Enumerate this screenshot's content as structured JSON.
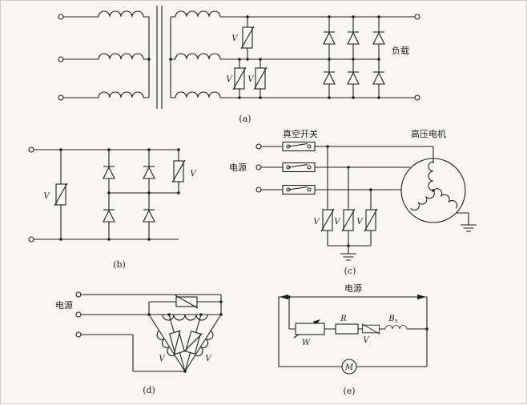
{
  "figure": {
    "background": "#f7f6f1",
    "ink": "#1f1f1f",
    "captions": {
      "a": "(a)",
      "b": "(b)",
      "c": "(c)",
      "d": "(d)",
      "e": "(e)"
    },
    "labels": {
      "load": "负载",
      "power": "电源",
      "vacuum_switch": "真空开关",
      "hv_motor": "高压电机",
      "varistor": "V",
      "rheostat": "W",
      "resistor": "R",
      "reactor_main": "B",
      "reactor_sub": "x",
      "motor": "M"
    }
  }
}
